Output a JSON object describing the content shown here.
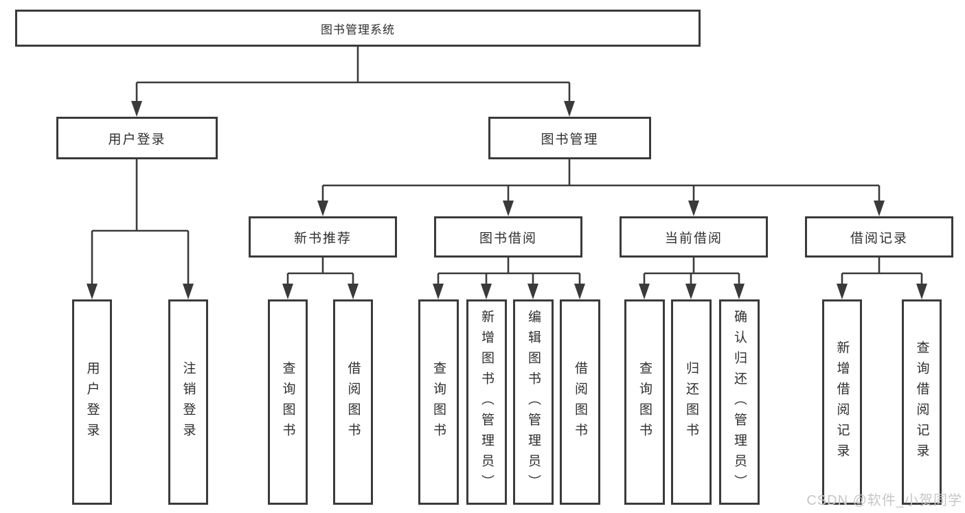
{
  "diagram": {
    "root": {
      "label": "图书管理系统"
    },
    "branches": [
      {
        "label": "用户登录",
        "children": [
          {
            "label": "用户登录"
          },
          {
            "label": "注销登录"
          }
        ]
      },
      {
        "label": "图书管理",
        "children": [
          {
            "label": "新书推荐",
            "children": [
              {
                "label": "查询图书"
              },
              {
                "label": "借阅图书"
              }
            ]
          },
          {
            "label": "图书借阅",
            "children": [
              {
                "label": "查询图书"
              },
              {
                "label": "新增图书（管理员）"
              },
              {
                "label": "编辑图书（管理员）"
              },
              {
                "label": "借阅图书"
              }
            ]
          },
          {
            "label": "当前借阅",
            "children": [
              {
                "label": "查询图书"
              },
              {
                "label": "归还图书"
              },
              {
                "label": "确认归还（管理员）"
              }
            ]
          },
          {
            "label": "借阅记录",
            "children": [
              {
                "label": "新增借阅记录"
              },
              {
                "label": "查询借阅记录"
              }
            ]
          }
        ]
      }
    ]
  },
  "watermark": {
    "text": "CSDN @软件_小贺同学"
  },
  "colors": {
    "line": "#3a3a3a",
    "text": "#2e2e2e",
    "watermark": "#c6c6c6",
    "background": "#ffffff"
  }
}
